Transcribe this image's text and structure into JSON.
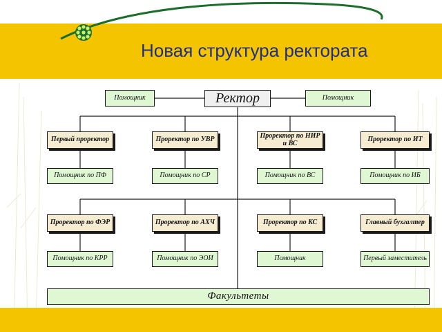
{
  "title": "Новая структура ректората",
  "chart": {
    "rector": "Ректор",
    "assistant_left": "Помощник",
    "assistant_right": "Помощник",
    "row1": [
      "Первый проректор",
      "Проректор по УВР",
      "Проректор по НИР и ВС",
      "Проректор по ИТ"
    ],
    "row1_assistants": [
      "Помощник по ПФ",
      "Помощник по СР",
      "Помощник по ВС",
      "Помощник по ИБ"
    ],
    "row2": [
      "Проректор по ФЭР",
      "Проректор по АХЧ",
      "Проректор по КС",
      "Главный бухгалтер"
    ],
    "row2_assistants": [
      "Помощник по КРР",
      "Помощник по ЭОИ",
      "Помощник",
      "Первый заместитель"
    ],
    "faculties": "Факультеты"
  },
  "colors": {
    "band": "#f5c400",
    "title": "#1f2f8a",
    "green_box": "#dff7d2",
    "tan_box": "#f5ecd2"
  }
}
